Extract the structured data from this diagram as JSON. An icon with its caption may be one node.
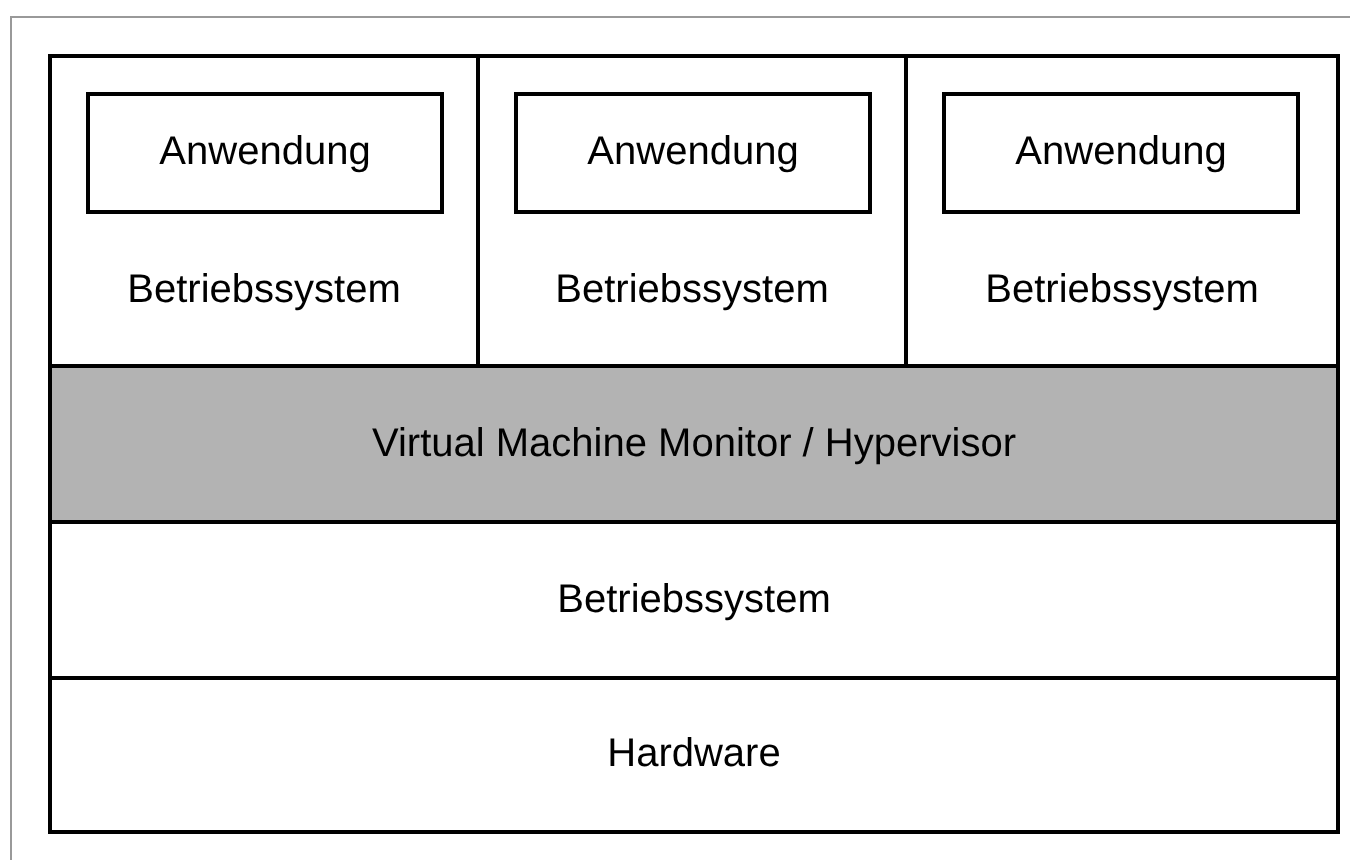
{
  "diagram": {
    "nodes": [
      {
        "text": [
          "Betriebssystem"
        ]
      },
      {
        "text": [
          "Anwendung"
        ],
        "in": 0
      },
      {
        "text": [
          "Betriebssystem"
        ]
      },
      {
        "text": [
          "Anwendung"
        ],
        "in": 2
      },
      {
        "text": [
          "Betriebssystem"
        ]
      },
      {
        "text": [
          "Anwendung"
        ],
        "in": 4
      },
      {
        "text": [
          "Virtual Machine Monitor / Hypervisor"
        ]
      },
      {
        "text": [
          "Betriebssystem"
        ]
      },
      {
        "text": [
          "Hardware"
        ]
      }
    ],
    "edges": []
  }
}
